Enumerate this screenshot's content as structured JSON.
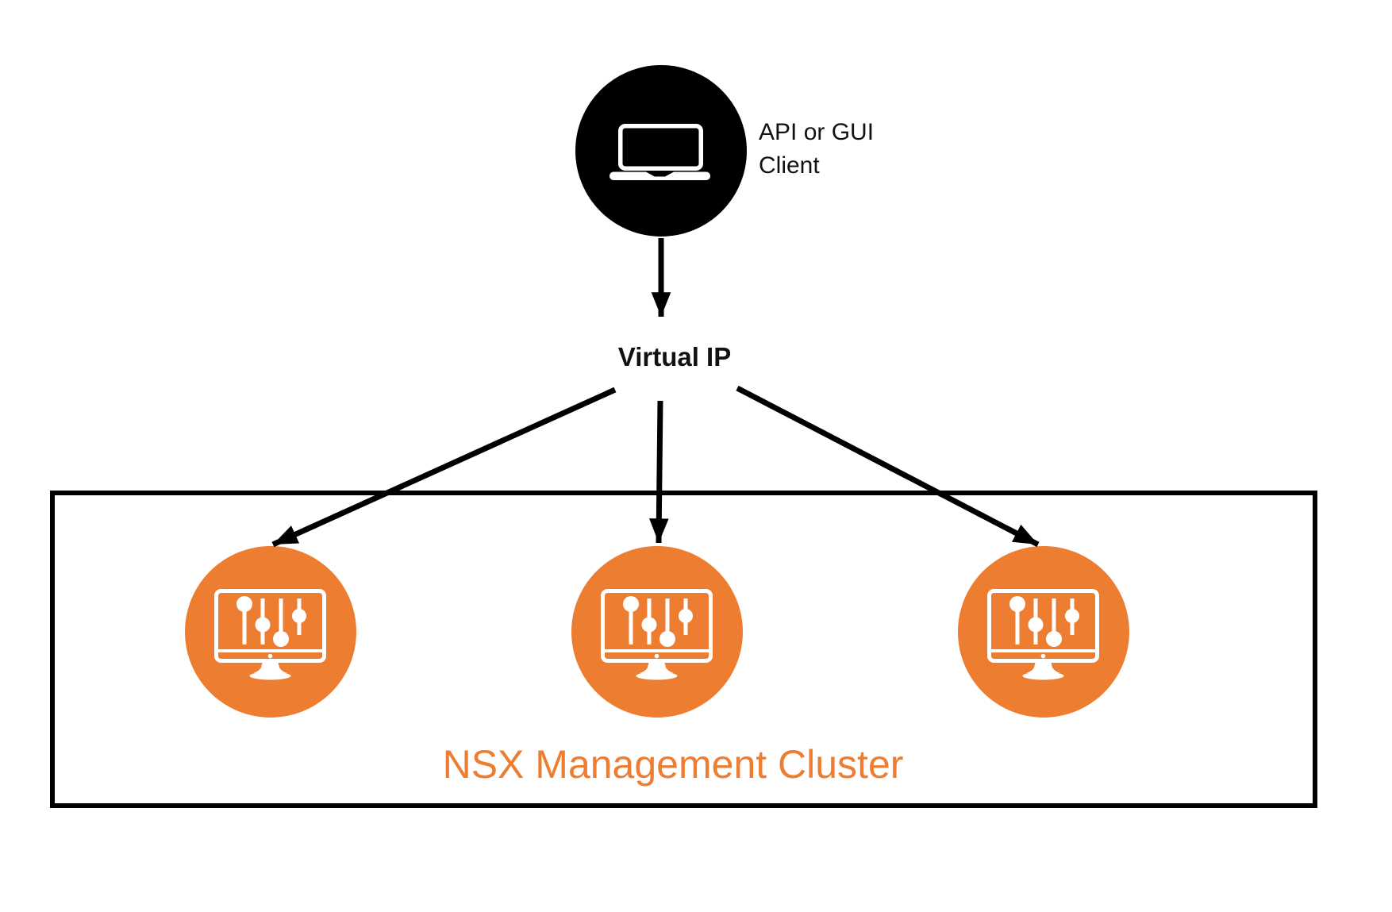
{
  "diagram": {
    "client": {
      "label_lines": [
        "API or GUI",
        "Client"
      ],
      "icon": "laptop-icon"
    },
    "virtual_ip": {
      "label": "Virtual IP"
    },
    "cluster": {
      "label": "NSX Management Cluster",
      "manager_node_count": 3,
      "manager_icon": "monitor-sliders-icon"
    },
    "colors": {
      "accent_orange": "#ED7D31",
      "node_black": "#000000",
      "arrow_black": "#000000",
      "border_black": "#000000",
      "background": "#FFFFFF"
    }
  }
}
